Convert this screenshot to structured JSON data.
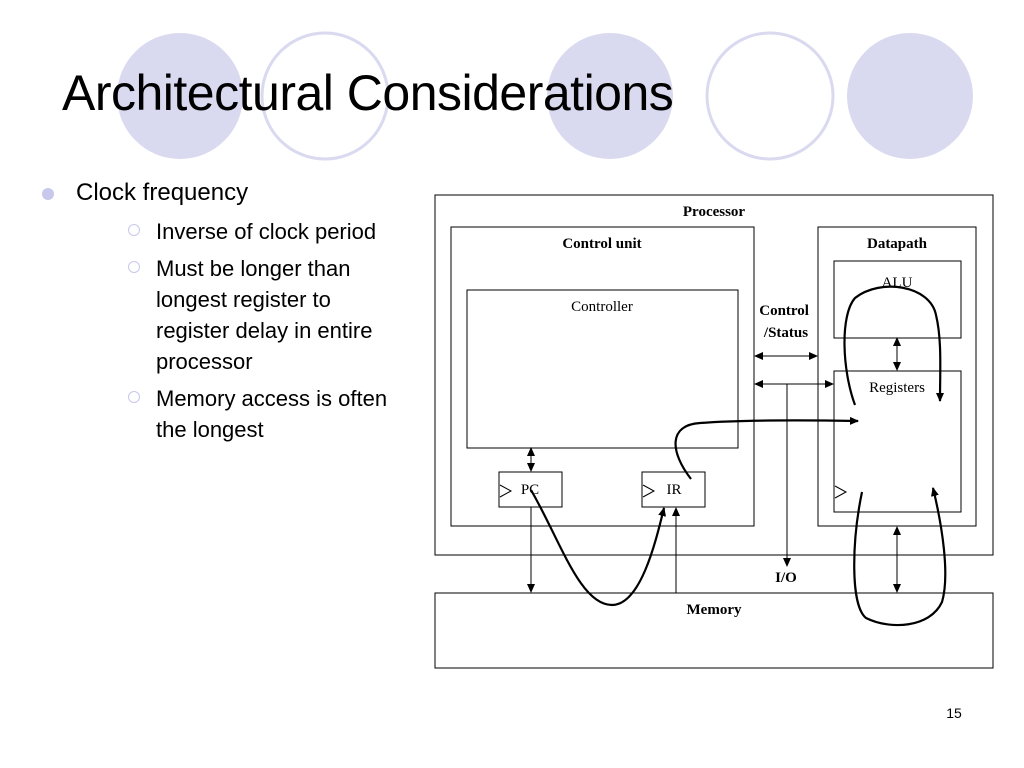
{
  "colors": {
    "accent": "#d9d9f0",
    "ring_stroke": "#d9d9f0",
    "bullet": "#c8c8ec"
  },
  "slide": {
    "title": "Architectural Considerations",
    "number": "15"
  },
  "bullets": [
    {
      "text": "Clock frequency",
      "sub": [
        {
          "text": "Inverse of clock period"
        },
        {
          "text": "Must be longer than longest register to register delay in entire processor"
        },
        {
          "text": "Memory access is often the longest"
        }
      ]
    }
  ],
  "diagram": {
    "processor": "Processor",
    "control_unit": "Control unit",
    "controller": "Controller",
    "pc": "PC",
    "ir": "IR",
    "datapath": "Datapath",
    "alu": "ALU",
    "registers": "Registers",
    "control_status_1": "Control",
    "control_status_2": "/Status",
    "io": "I/O",
    "memory": "Memory"
  }
}
